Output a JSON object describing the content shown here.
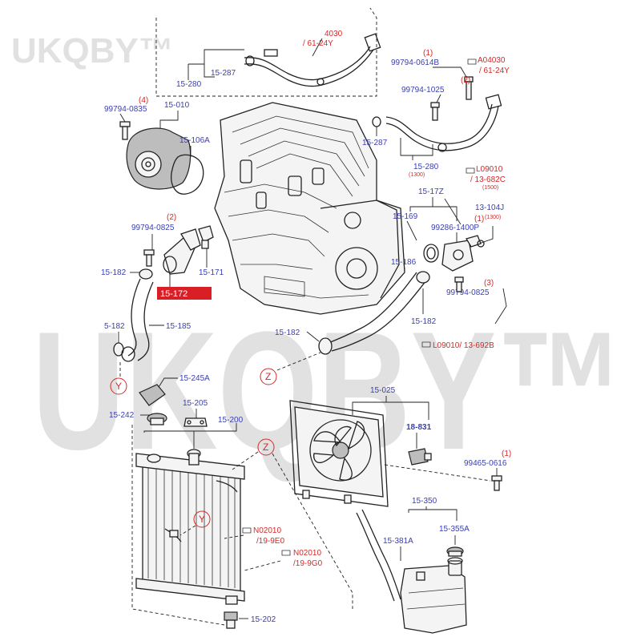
{
  "watermark": {
    "corner": "UKQBY™",
    "large": "UKQBY™"
  },
  "labels": {
    "p_4030_top": "4030",
    "p_6124y_top": "/ 61-24Y",
    "p_15_280_top": "15-280",
    "p_15_287_top": "15-287",
    "p_99794_0614b_qty": "(1)",
    "p_99794_0614b": "99794-0614B",
    "p_a04030": "A04030",
    "p_6124y_right": "/ 61-24Y",
    "p_99794_1025_qty": "(2)",
    "p_99794_1025": "99794-1025",
    "p_99794_0835_qty": "(4)",
    "p_99794_0835": "99794-0835",
    "p_15_010": "15-010",
    "p_15_106a": "15-106A",
    "p_15_287_mid": "15-287",
    "p_15_280_mid": "15-280",
    "p_1300_a": "(1300)",
    "p_l09010_a": "L09010",
    "p_13_682c": "/ 13-682C",
    "p_1500": "(1500)",
    "p_15_17z": "15-17Z",
    "p_13_104j": "13-104J",
    "p_13_104j_qty": "(1)",
    "p_1300_b": "(1300)",
    "p_15_169": "15-169",
    "p_99286_1400p": "99286-1400P",
    "p_99794_0825_qty_l": "(2)",
    "p_99794_0825_l": "99794-0825",
    "p_15_182_l1": "15-182",
    "p_15_171": "15-171",
    "p_15_172": "15-172",
    "p_15_186": "15-186",
    "p_99794_0825_qty_r": "(3)",
    "p_99794_0825_r": "99794-0825",
    "p_5_182": "5-182",
    "p_15_185": "15-185",
    "p_15_182_mid": "15-182",
    "p_15_182_r": "15-182",
    "p_l09010_b": "L09010/ 13-692B",
    "ref_y_1": "Y",
    "ref_z_1": "Z",
    "p_15_245a": "15-245A",
    "p_15_205": "15-205",
    "p_15_242": "15-242",
    "p_15_200": "15-200",
    "p_15_025": "15-025",
    "p_18_831": "18-831",
    "p_99465_0616_qty": "(1)",
    "p_99465_0616": "99465-0616",
    "ref_z_2": "Z",
    "ref_y_2": "Y",
    "p_n02010_a": "N02010",
    "p_19_9e0": "/19-9E0",
    "p_n02010_b": "N02010",
    "p_19_9g0": "/19-9G0",
    "p_15_350": "15-350",
    "p_15_381a": "15-381A",
    "p_15_355a": "15-355A",
    "p_15_202": "15-202"
  }
}
